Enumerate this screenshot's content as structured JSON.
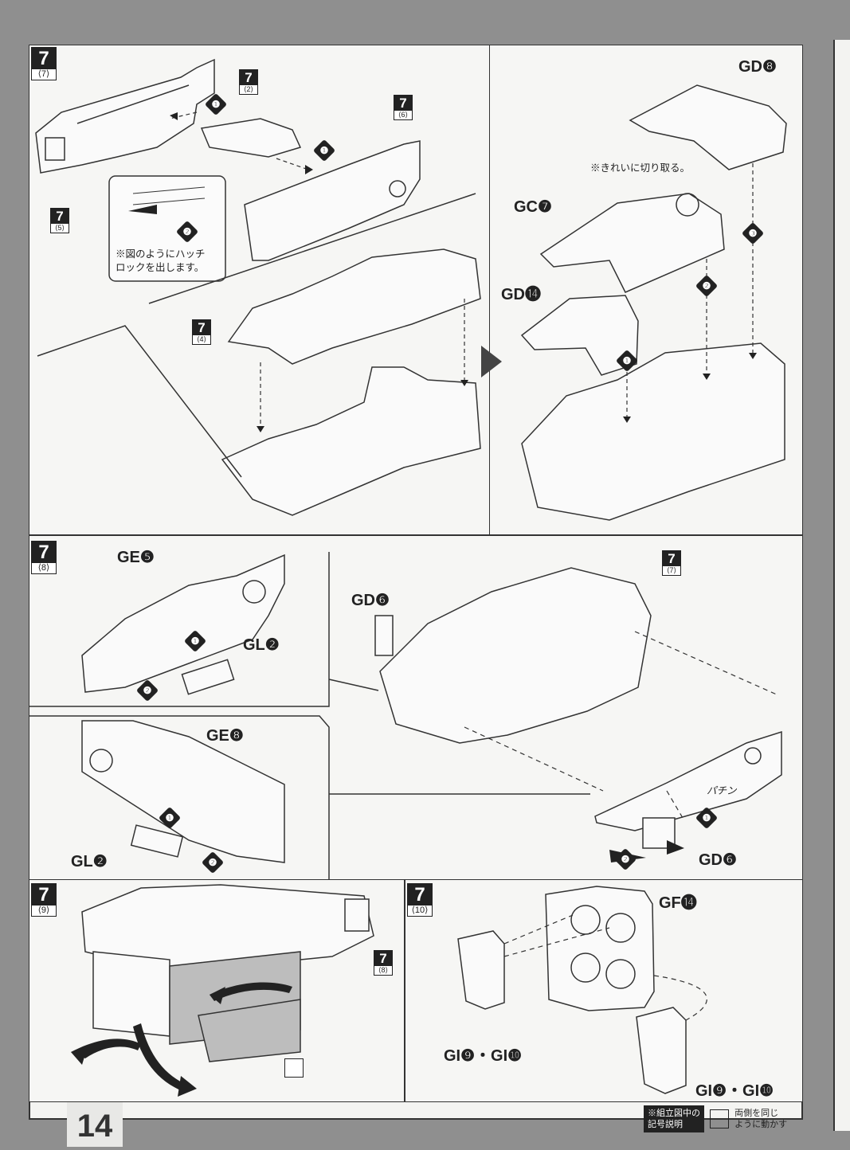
{
  "page_number": "14",
  "legend": {
    "label": "※組立図中の\n記号説明",
    "meaning": "両側を同じ\nように動かす"
  },
  "s1": {
    "num": "7",
    "sub": "⟨7⟩"
  },
  "s1_refs": [
    {
      "num": "7",
      "sub": "⟨2⟩"
    },
    {
      "num": "7",
      "sub": "⟨6⟩"
    },
    {
      "num": "7",
      "sub": "⟨5⟩"
    },
    {
      "num": "7",
      "sub": "⟨4⟩"
    },
    {
      "num": "7",
      "sub": "⟨7⟩"
    },
    {
      "num": "7",
      "sub": "⟨8⟩"
    }
  ],
  "s1_note": "※図のようにハッチ\nロックを出します。",
  "s1_cut_note": "※きれいに切り取る。",
  "s1_parts": {
    "gd8": "GD❽",
    "gc7": "GC❼",
    "gd14": "GD⓮"
  },
  "s2": {
    "num": "7",
    "sub": "⟨8⟩"
  },
  "s2_parts": {
    "ge5": "GE❺",
    "gl2a": "GL❷",
    "ge8": "GE❽",
    "gl2b": "GL❷",
    "gd6a": "GD❻",
    "gd6b": "GD❻",
    "snap": "パチン"
  },
  "s3": {
    "num": "7",
    "sub": "⟨9⟩"
  },
  "s4": {
    "num": "7",
    "sub": "⟨10⟩"
  },
  "s4_parts": {
    "gf14": "GF⓮",
    "gi_a": "GI❾・GI❿",
    "gi_b": "GI❾・GI❿"
  },
  "steps": [
    "❶",
    "❷",
    "❸"
  ]
}
